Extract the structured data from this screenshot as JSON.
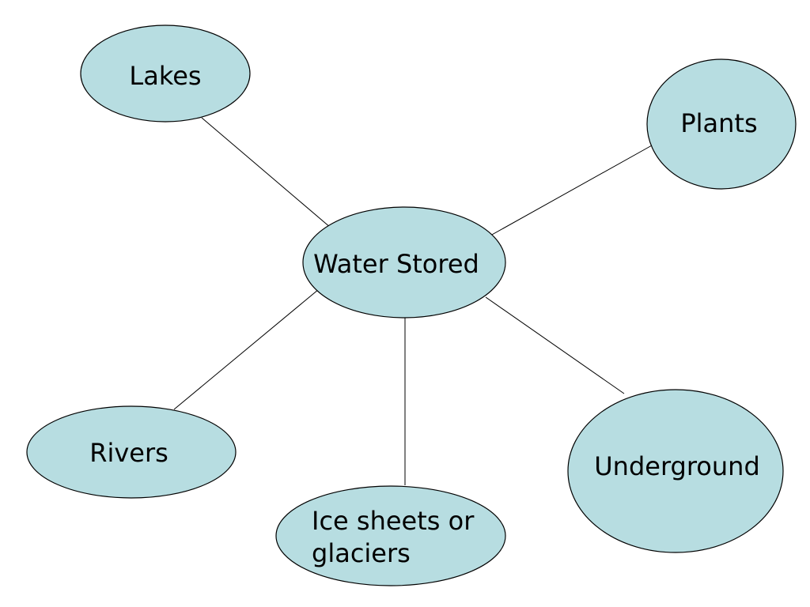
{
  "diagram": {
    "center": {
      "label": "Water Stored"
    },
    "nodes": {
      "lakes": {
        "label": "Lakes"
      },
      "plants": {
        "label": "Plants"
      },
      "rivers": {
        "label": "Rivers"
      },
      "ice": {
        "line1": "Ice sheets or",
        "line2": "glaciers"
      },
      "underground": {
        "label": "Underground"
      }
    }
  }
}
